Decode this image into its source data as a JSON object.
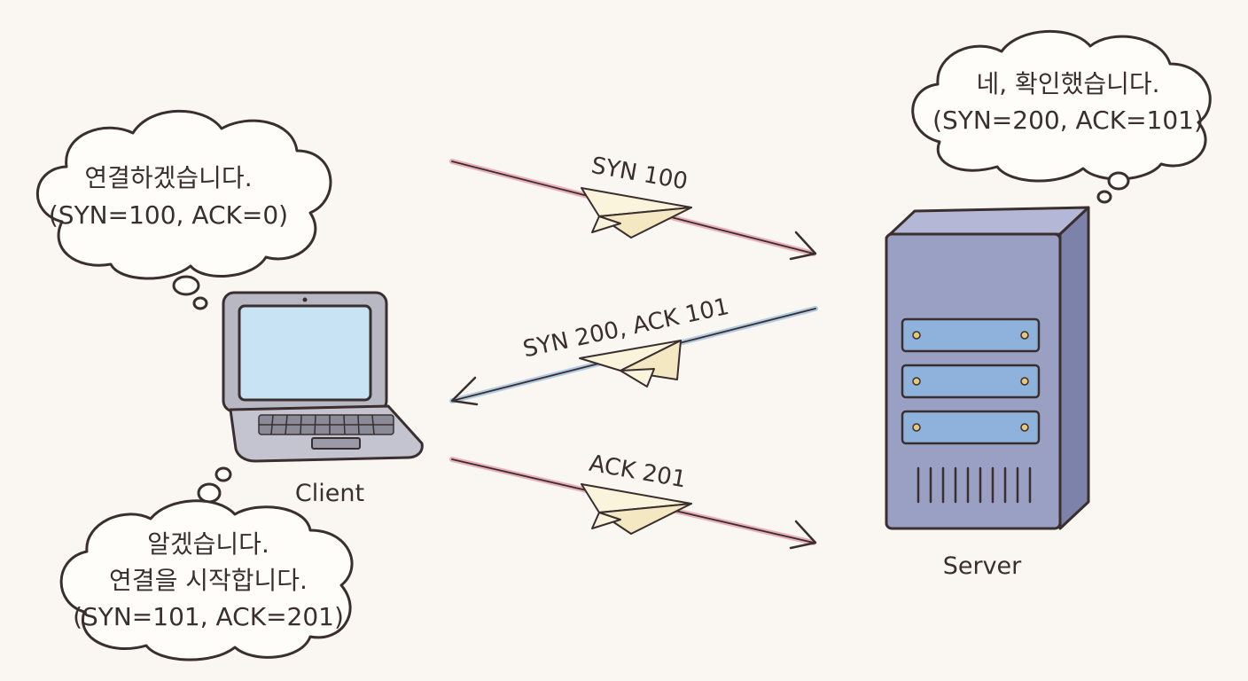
{
  "client": {
    "label": "Client",
    "bubble_top": {
      "line1": "연결하겠습니다.",
      "line2": "(SYN=100, ACK=0)"
    },
    "bubble_bottom": {
      "line1": "알겠습니다.",
      "line2": "연결을 시작합니다.",
      "line3": "(SYN=101, ACK=201)"
    }
  },
  "server": {
    "label": "Server",
    "bubble": {
      "line1": "네, 확인했습니다.",
      "line2": "(SYN=200, ACK=101)"
    }
  },
  "messages": [
    {
      "label": "SYN 100",
      "direction": "client-to-server",
      "color": "#e8a4ad"
    },
    {
      "label": "SYN 200, ACK 101",
      "direction": "server-to-client",
      "color": "#a4c4e0"
    },
    {
      "label": "ACK 201",
      "direction": "client-to-server",
      "color": "#e8a4ad"
    }
  ],
  "colors": {
    "background": "#faf6f1",
    "ink": "#3a2f2e",
    "server_body": "#9aa0c4",
    "screen": "#c8e4f4",
    "paper_plane": "#fbf4dc"
  }
}
